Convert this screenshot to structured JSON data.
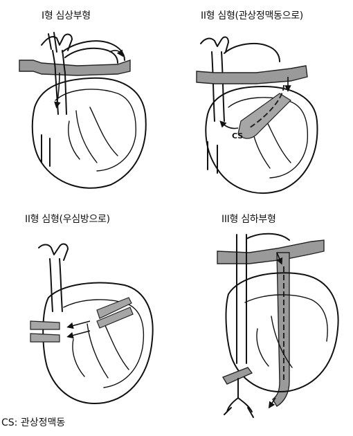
{
  "panels": [
    {
      "title": "I형 심상부형"
    },
    {
      "title": "II형 심형(관상정맥동으로)",
      "sub_label": "CS"
    },
    {
      "title": "II형 심형(우심방으로)"
    },
    {
      "title": "III형 심하부형"
    }
  ],
  "legend": "CS: 관상정맥동"
}
